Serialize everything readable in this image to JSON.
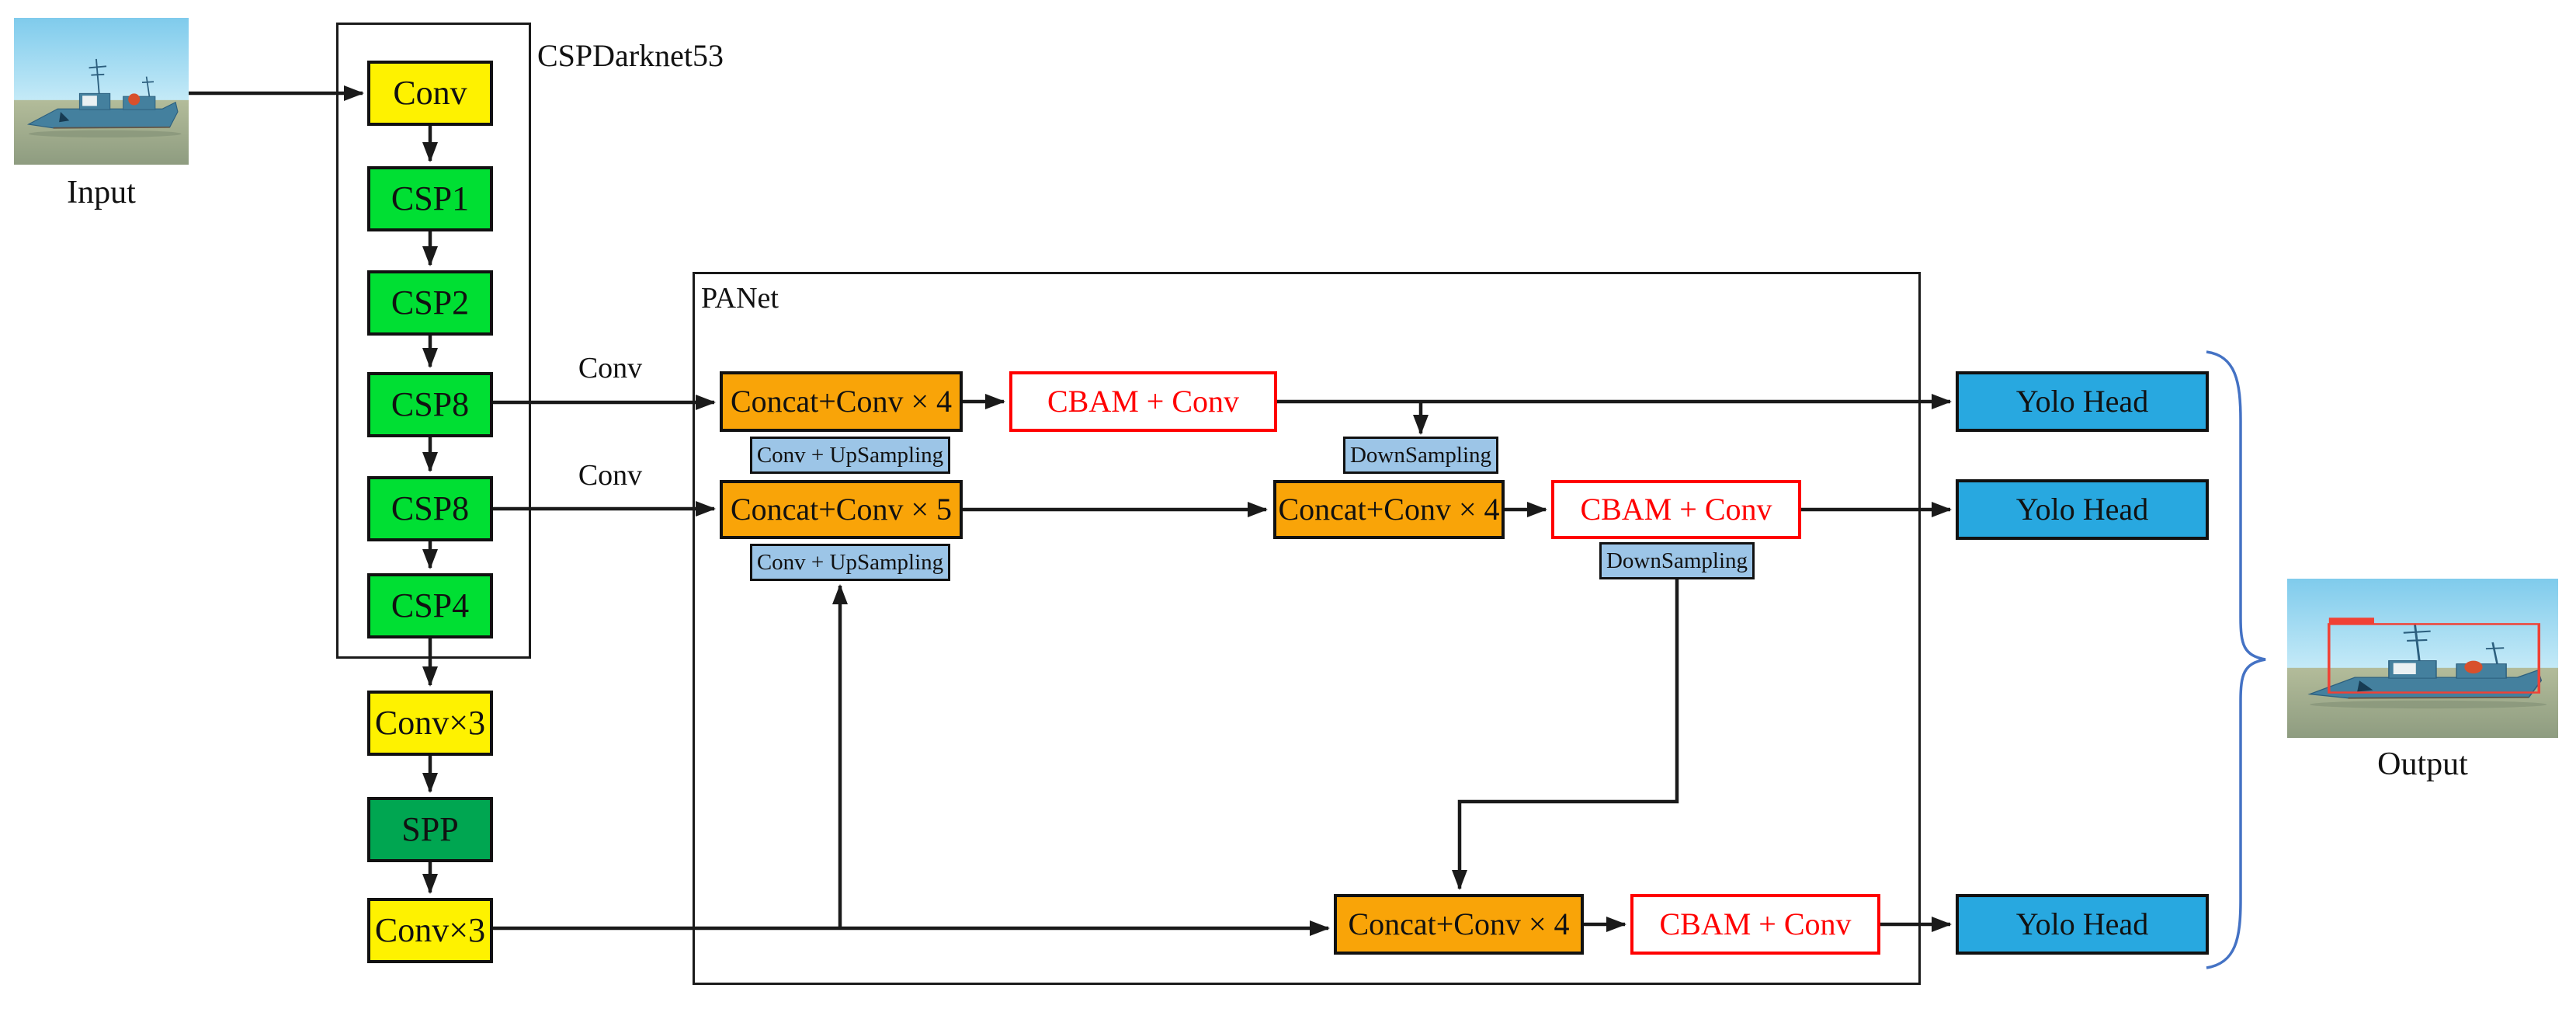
{
  "title_labels": {
    "backbone": "CSPDarknet53",
    "neck": "PANet"
  },
  "io": {
    "input_caption": "Input",
    "output_caption": "Output"
  },
  "edge_labels": {
    "top_conv": "Conv",
    "mid_conv": "Conv"
  },
  "backbone": {
    "blocks": [
      {
        "label": "Conv"
      },
      {
        "label": "CSP1"
      },
      {
        "label": "CSP2"
      },
      {
        "label": "CSP8"
      },
      {
        "label": "CSP8"
      },
      {
        "label": "CSP4"
      },
      {
        "label": "Conv×3"
      },
      {
        "label": "SPP"
      },
      {
        "label": "Conv×3"
      }
    ]
  },
  "neck": {
    "concat_conv_4_top": "Concat+Conv × 4",
    "cbam_conv_1": "CBAM + Conv",
    "conv_upsampling_1": "Conv + UpSampling",
    "downsampling_1": "DownSampling",
    "concat_conv_5": "Concat+Conv × 5",
    "concat_conv_4_mid": "Concat+Conv × 4",
    "cbam_conv_2": "CBAM + Conv",
    "conv_upsampling_2": "Conv + UpSampling",
    "downsampling_2": "DownSampling",
    "concat_conv_4_bottom": "Concat+Conv × 4",
    "cbam_conv_3": "CBAM + Conv"
  },
  "heads": [
    {
      "label": "Yolo Head"
    },
    {
      "label": "Yolo Head"
    },
    {
      "label": "Yolo Head"
    }
  ],
  "colors": {
    "conv_yellow": "#FEF200",
    "csp_green": "#00DF33",
    "spp_green": "#00A651",
    "concat_orange": "#F9A408",
    "sampling_blue": "#9CC5E7",
    "cbam_red": "#FF0000",
    "head_blue": "#28A8E0",
    "brace_blue": "#4472C4",
    "wire_black": "#1A1A1A"
  }
}
